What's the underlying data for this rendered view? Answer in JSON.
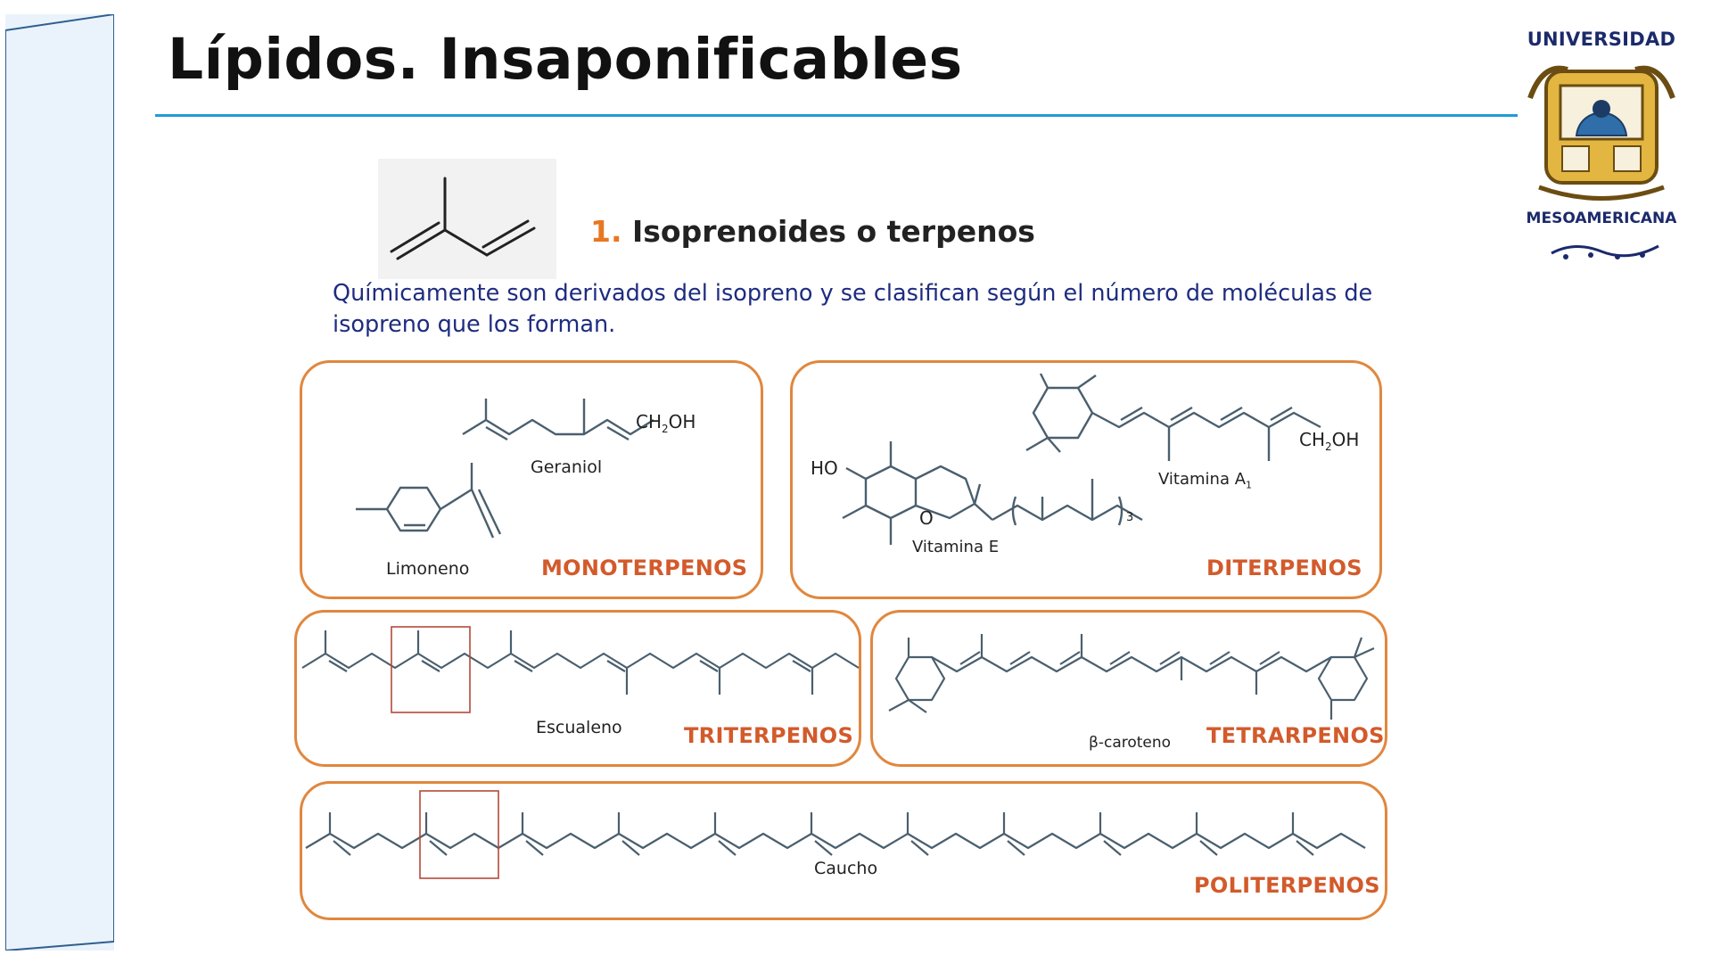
{
  "slide": {
    "title": "Lípidos. Insaponificables"
  },
  "logo": {
    "top_text": "UNIVERSIDAD",
    "bottom_text": "MESOAMERICANA"
  },
  "section": {
    "number": "1.",
    "heading": "Isoprenoides o terpenos",
    "intro": "Químicamente son derivados del isopreno y se clasifican según el número de moléculas de isopreno que los forman."
  },
  "cards": {
    "monoterpenos": {
      "label": "MONOTERPENOS",
      "molecules": {
        "geraniol": "Geraniol",
        "limoneno": "Limoneno"
      },
      "formula_ch2oh": [
        "CH",
        "2",
        "OH"
      ]
    },
    "diterpenos": {
      "label": "DITERPENOS",
      "molecules": {
        "vitamina_a": [
          "Vitamina A",
          "1"
        ],
        "vitamina_e": "Vitamina E"
      },
      "formula_ch2oh": [
        "CH",
        "2",
        "OH"
      ],
      "atoms": {
        "ho": "HO",
        "o": "O",
        "repeat": "3"
      }
    },
    "triterpenos": {
      "label": "TRITERPENOS",
      "molecule": "Escualeno"
    },
    "tetrarpenos": {
      "label": "TETRARPENOS",
      "molecule": "β-caroteno"
    },
    "politerpenos": {
      "label": "POLITERPENOS",
      "molecule": "Caucho"
    }
  },
  "colors": {
    "accent_rule": "#1f9bd7",
    "card_border": "#e0873e",
    "category_text": "#d35a2b",
    "intro_text": "#1e2c80",
    "heading_number": "#e87722",
    "molecule_line": "#4a5f6e",
    "highlight_box": "#b34a3a",
    "panel": "#eaf3fb"
  }
}
